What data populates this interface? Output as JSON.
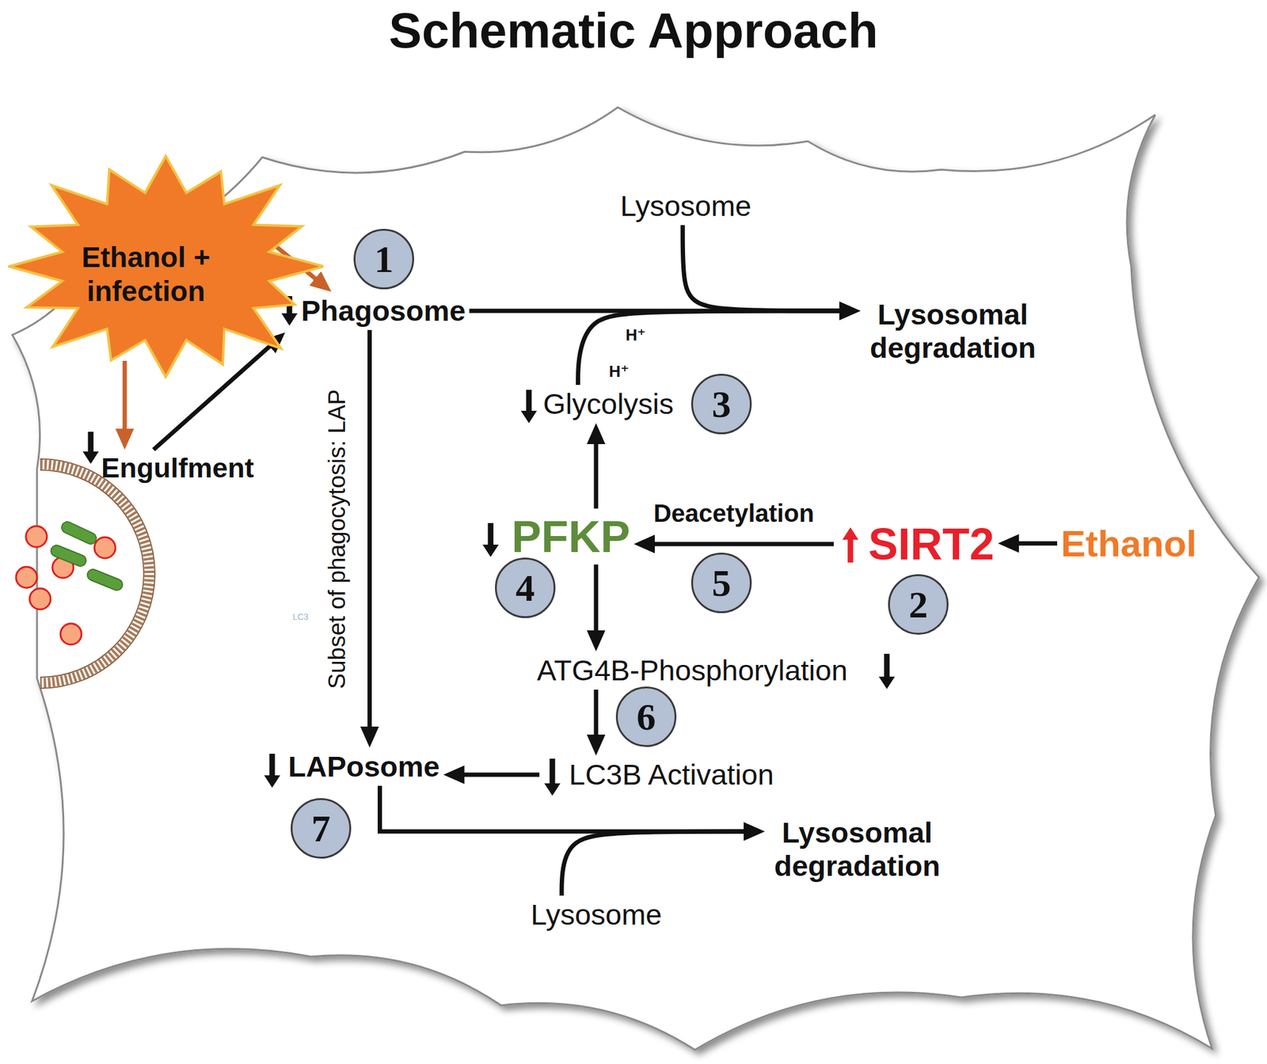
{
  "diagram": {
    "title": "Schematic Approach",
    "nodes": [
      {
        "text": [
          "Ethanol + infection"
        ]
      },
      {
        "text": [
          "1"
        ]
      },
      {
        "text": [
          "Phagosome"
        ]
      },
      {
        "text": [
          "Lysosome"
        ]
      },
      {
        "text": [
          "Lysosomal degradation"
        ]
      },
      {
        "text": [
          "Engulfment"
        ]
      },
      {
        "text": [
          "Glycolysis"
        ]
      },
      {
        "text": [
          "3"
        ]
      },
      {
        "text": [
          "PFKP"
        ]
      },
      {
        "text": [
          "SIRT2"
        ]
      },
      {
        "text": [
          "Ethanol"
        ]
      },
      {
        "text": [
          "4"
        ]
      },
      {
        "text": [
          "5"
        ]
      },
      {
        "text": [
          "2"
        ]
      },
      {
        "text": [
          "ATG4B-Phosphorylation"
        ]
      },
      {
        "text": [
          "6"
        ]
      },
      {
        "text": [
          "LAPosome"
        ]
      },
      {
        "text": [
          "LC3B Activation"
        ]
      },
      {
        "text": [
          "7"
        ]
      },
      {
        "text": [
          "Lysosomal degradation"
        ]
      },
      {
        "text": [
          "Lysosome"
        ]
      }
    ],
    "edges": [
      {
        "from": 0,
        "to": 2,
        "arrow": "to"
      },
      {
        "from": 0,
        "to": 5,
        "arrow": "to"
      },
      {
        "from": 5,
        "to": 2,
        "arrow": "to"
      },
      {
        "from": 2,
        "to": 4,
        "arrow": "to"
      },
      {
        "from": 3,
        "to": 4,
        "arrow": "to"
      },
      {
        "from": 6,
        "to": 4,
        "arrow": "to"
      },
      {
        "from": 2,
        "to": 16,
        "label": "Subset of phagocytosis: LAP",
        "arrow": "to"
      },
      {
        "from": 8,
        "to": 6,
        "arrow": "to"
      },
      {
        "from": 9,
        "to": 8,
        "label": "Deacetylation",
        "arrow": "to"
      },
      {
        "from": 10,
        "to": 9,
        "arrow": "to"
      },
      {
        "from": 8,
        "to": 14,
        "arrow": "to"
      },
      {
        "from": 14,
        "to": 17,
        "arrow": "to"
      },
      {
        "from": 17,
        "to": 16,
        "arrow": "to"
      },
      {
        "from": 16,
        "to": 19,
        "arrow": "to"
      },
      {
        "from": 20,
        "to": 19,
        "arrow": "to"
      }
    ],
    "labels": [
      "H⁺",
      "H⁺",
      "LC3"
    ]
  }
}
